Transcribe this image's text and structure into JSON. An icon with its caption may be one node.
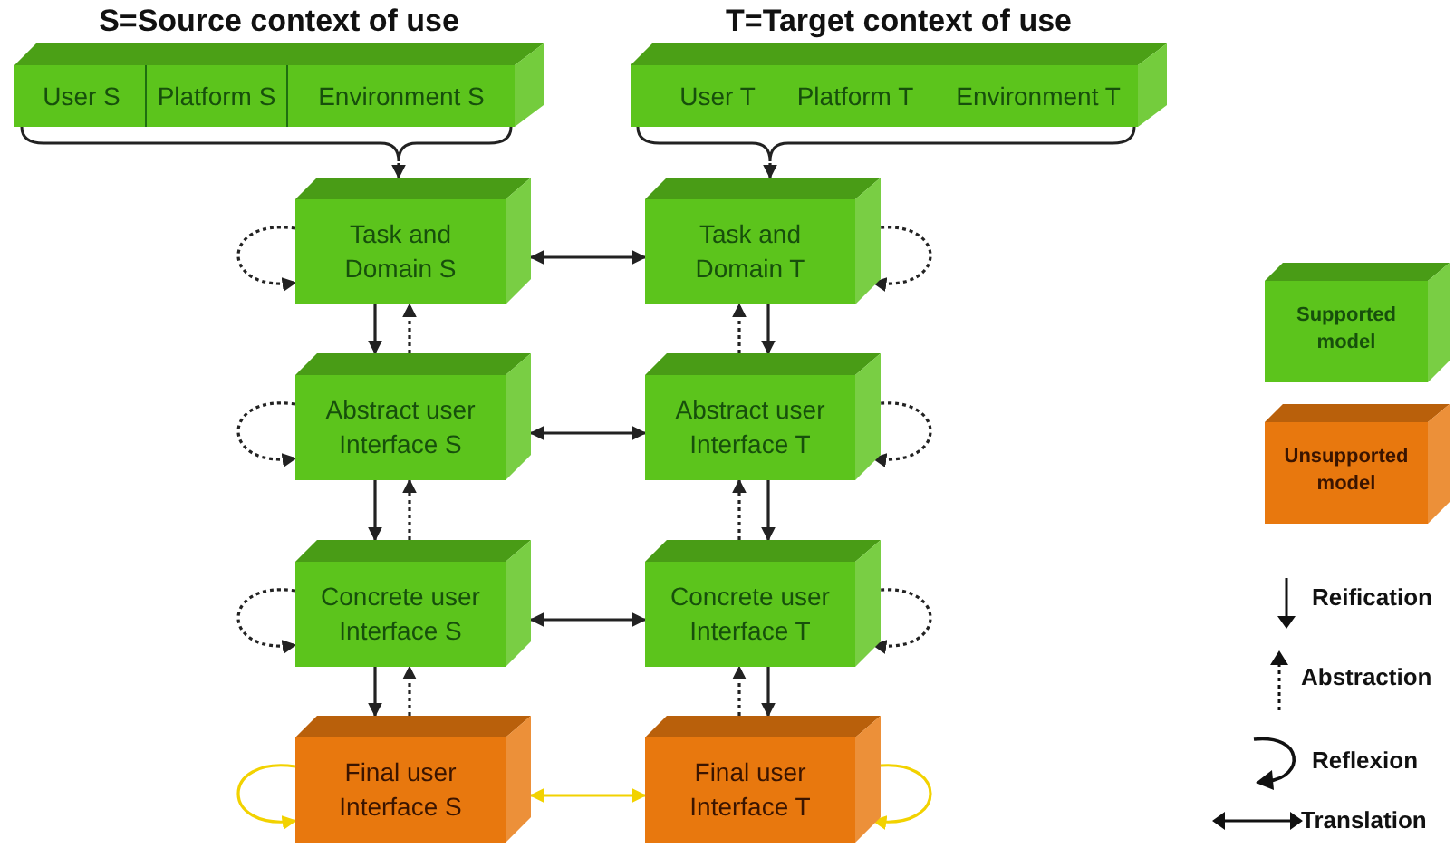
{
  "diagram": {
    "nodes": [
      {
        "text": [
          "S=Source context of use"
        ]
      },
      {
        "text": [
          "User S"
        ],
        "in": 0
      },
      {
        "text": [
          "Platform S"
        ],
        "in": 0
      },
      {
        "text": [
          "Environment S"
        ],
        "in": 0
      },
      {
        "text": [
          "T=Target context of use"
        ]
      },
      {
        "text": [
          "User T"
        ],
        "in": 4
      },
      {
        "text": [
          "Platform T"
        ],
        "in": 4
      },
      {
        "text": [
          "Environment T"
        ],
        "in": 4
      },
      {
        "text": [
          "Task and Domain S"
        ]
      },
      {
        "text": [
          "Task and Domain T"
        ]
      },
      {
        "text": [
          "Abstract user Interface S"
        ]
      },
      {
        "text": [
          "Abstract user Interface T"
        ]
      },
      {
        "text": [
          "Concrete user Interface S"
        ]
      },
      {
        "text": [
          "Concrete user Interface T"
        ]
      },
      {
        "text": [
          "Final user Interface S"
        ]
      },
      {
        "text": [
          "Final user Interface T"
        ]
      }
    ],
    "edges": [
      {
        "from": 0,
        "to": 8,
        "arrow": "to"
      },
      {
        "from": 4,
        "to": 9,
        "arrow": "to"
      },
      {
        "from": 8,
        "to": 9,
        "arrow": "both"
      },
      {
        "from": 10,
        "to": 11,
        "arrow": "both"
      },
      {
        "from": 12,
        "to": 13,
        "arrow": "both"
      },
      {
        "from": 14,
        "to": 15,
        "arrow": "both",
        "color": "#f2d200"
      },
      {
        "from": 8,
        "to": 10,
        "arrow": "to"
      },
      {
        "from": 10,
        "to": 12,
        "arrow": "to"
      },
      {
        "from": 12,
        "to": 14,
        "arrow": "to"
      },
      {
        "from": 9,
        "to": 11,
        "arrow": "to"
      },
      {
        "from": 11,
        "to": 13,
        "arrow": "to"
      },
      {
        "from": 13,
        "to": 15,
        "arrow": "to"
      },
      {
        "from": 10,
        "to": 8,
        "arrow": "to",
        "style": "dashed"
      },
      {
        "from": 12,
        "to": 10,
        "arrow": "to",
        "style": "dashed"
      },
      {
        "from": 14,
        "to": 12,
        "arrow": "to",
        "style": "dashed"
      },
      {
        "from": 11,
        "to": 9,
        "arrow": "to",
        "style": "dashed"
      },
      {
        "from": 13,
        "to": 11,
        "arrow": "to",
        "style": "dashed"
      },
      {
        "from": 15,
        "to": 13,
        "arrow": "to",
        "style": "dashed"
      },
      {
        "from": 8,
        "to": 8,
        "arrow": "to",
        "style": "dashed"
      },
      {
        "from": 9,
        "to": 9,
        "arrow": "to",
        "style": "dashed"
      },
      {
        "from": 10,
        "to": 10,
        "arrow": "to",
        "style": "dashed"
      },
      {
        "from": 11,
        "to": 11,
        "arrow": "to",
        "style": "dashed"
      },
      {
        "from": 12,
        "to": 12,
        "arrow": "to",
        "style": "dashed"
      },
      {
        "from": 13,
        "to": 13,
        "arrow": "to",
        "style": "dashed"
      },
      {
        "from": 14,
        "to": 14,
        "arrow": "to",
        "color": "#f2d200"
      },
      {
        "from": 15,
        "to": 15,
        "arrow": "to",
        "color": "#f2d200"
      }
    ],
    "legend": [
      {
        "text": "Supported model",
        "color": "#5cc41c"
      },
      {
        "text": "Unsupported model",
        "color": "#e8780e"
      },
      {
        "text": "Reification"
      },
      {
        "text": "Abstraction"
      },
      {
        "text": "Reflexion"
      },
      {
        "text": "Translation"
      }
    ]
  }
}
